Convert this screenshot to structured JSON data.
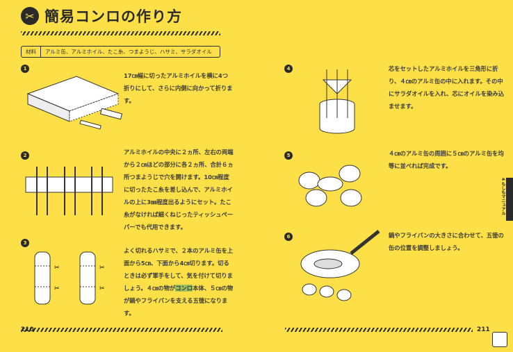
{
  "title": "簡易コンロの作り方",
  "materials": {
    "label": "材料",
    "value": "アルミ缶、アルミホイル、たこ糸、つまようじ、ハサミ、サラダオイル"
  },
  "steps": [
    {
      "num": "1",
      "text": "17㎝幅に切ったアルミホイルを横に4つ折りにして、さらに内側に向かって折ります。"
    },
    {
      "num": "2",
      "text": "アルミホイルの中央に２ヵ所、左右の両端から２㎝ほどの部分に各２ヵ所、合計６ヵ所つまようじで穴を開けます。10㎝程度に切ったたこ糸を差し込んで、アルミホイルの上に3㎜程度出るようにセット。たこ糸がなければ細くねじったティッシュペーパーでも代用できます。"
    },
    {
      "num": "3",
      "text_pre": "よく切れるハサミで、２本のアルミ缶を上面から5㎝、下面から4㎝切ります。切るときは必ず軍手をして、気を付けて切りましょう。４㎝の物が",
      "text_highlight": "コンロ",
      "text_post": "本体、５㎝の物が鍋やフライパンを支える五徳になります。"
    },
    {
      "num": "4",
      "text": "芯をセットしたアルミホイルを三角形に折り、４㎝のアルミ缶の中に入れます。その中にサラダオイルを入れ、芯にオイルを染み込ませます。"
    },
    {
      "num": "5",
      "text": "４㎝のアルミ缶の周囲に５㎝のアルミ缶を均等に並べれば完成です。"
    },
    {
      "num": "6",
      "text": "鍋やフライパンの大きさに合わせて、五徳の缶の位置を調整しましょう。"
    }
  ],
  "page_left": "210",
  "page_right": "211",
  "side_tab": "4 もしもマニュアル"
}
